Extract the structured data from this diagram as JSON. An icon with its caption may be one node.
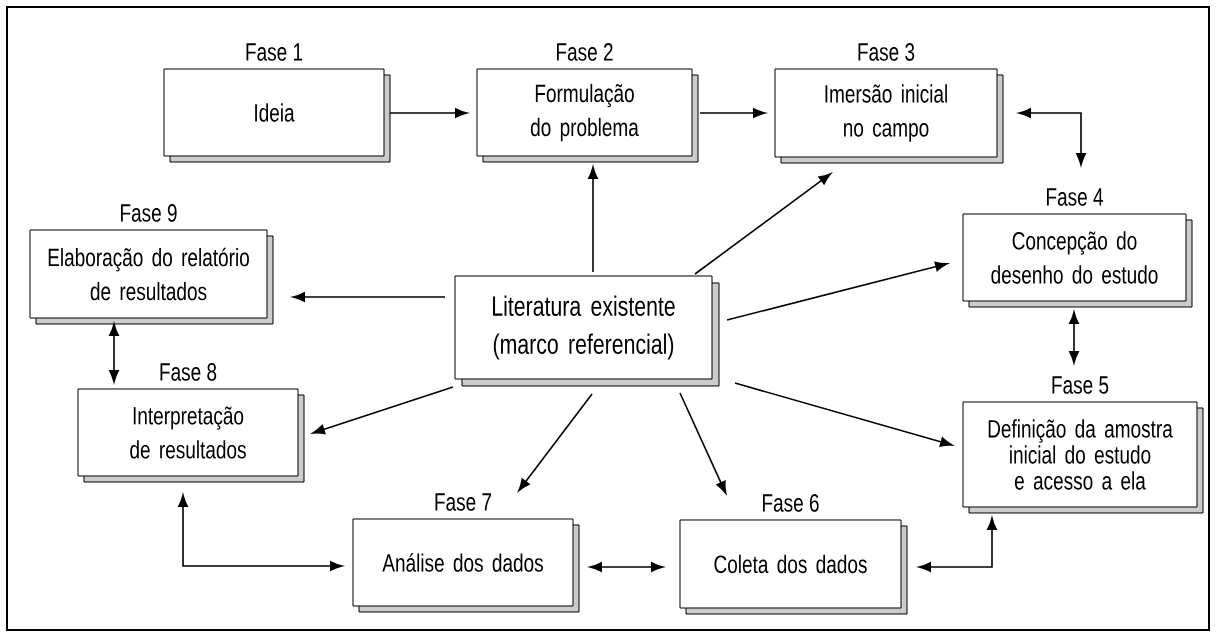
{
  "diagram": {
    "nodes": [
      {
        "text": [
          "Fase 1",
          "Ideia"
        ]
      },
      {
        "text": [
          "Fase 2",
          "Formulação do problema"
        ]
      },
      {
        "text": [
          "Fase 3",
          "Imersão inicial no campo"
        ]
      },
      {
        "text": [
          "Fase 4",
          "Concepção do desenho do estudo"
        ]
      },
      {
        "text": [
          "Fase 9",
          "Elaboração do relatório de resultados"
        ]
      },
      {
        "text": [
          "Literatura existente (marco referencial)"
        ]
      },
      {
        "text": [
          "Fase 8",
          "Interpretação de resultados"
        ]
      },
      {
        "text": [
          "Fase 5",
          "Definição da amostra inicial do estudo e acesso a ela"
        ]
      },
      {
        "text": [
          "Fase 7",
          "Análise dos dados"
        ]
      },
      {
        "text": [
          "Fase 6",
          "Coleta dos dados"
        ]
      }
    ],
    "edges": [
      {
        "from": 0,
        "to": 1,
        "arrow": "to"
      },
      {
        "from": 1,
        "to": 2,
        "arrow": "to"
      },
      {
        "from": 2,
        "to": 3,
        "arrow": "both"
      },
      {
        "from": 5,
        "to": 1,
        "arrow": "to"
      },
      {
        "from": 5,
        "to": 2,
        "arrow": "to"
      },
      {
        "from": 5,
        "to": 4,
        "arrow": "to"
      },
      {
        "from": 5,
        "to": 3,
        "arrow": "to"
      },
      {
        "from": 3,
        "to": 7,
        "arrow": "both"
      },
      {
        "from": 4,
        "to": 6,
        "arrow": "both"
      },
      {
        "from": 5,
        "to": 6,
        "arrow": "to"
      },
      {
        "from": 5,
        "to": 8,
        "arrow": "to"
      },
      {
        "from": 5,
        "to": 9,
        "arrow": "to"
      },
      {
        "from": 5,
        "to": 7,
        "arrow": "to"
      },
      {
        "from": 7,
        "to": 9,
        "arrow": "both"
      },
      {
        "from": 9,
        "to": 8,
        "arrow": "both"
      },
      {
        "from": 8,
        "to": 6,
        "arrow": "both"
      }
    ]
  }
}
